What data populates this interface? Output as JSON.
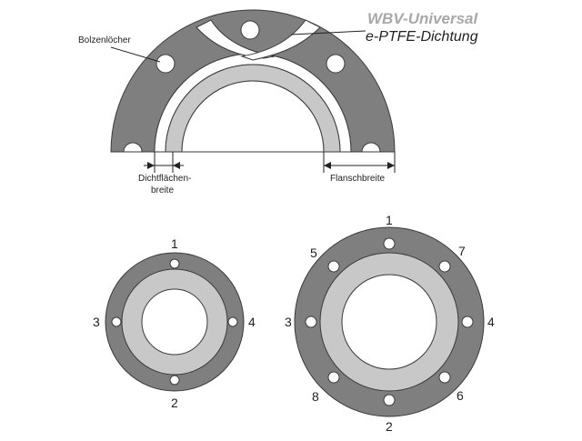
{
  "diagram": {
    "title_line1": "WBV-Universal",
    "title_line2": "e-PTFE-Dichtung",
    "label_bolt_holes": "Bolzenlöcher",
    "label_seal_width_line1": "Dichtflächen-",
    "label_seal_width_line2": "breite",
    "label_flange_width": "Flanschbreite",
    "flange_4": {
      "numbers": [
        "1",
        "2",
        "3",
        "4"
      ]
    },
    "flange_8": {
      "numbers": [
        "1",
        "2",
        "3",
        "4",
        "5",
        "6",
        "7",
        "8"
      ]
    },
    "colors": {
      "flange": "#7f7f7f",
      "gasket": "#c8c8c8",
      "outline": "#3a3a3a",
      "hole": "#ffffff",
      "title_grey": "#a8a8a8"
    }
  }
}
